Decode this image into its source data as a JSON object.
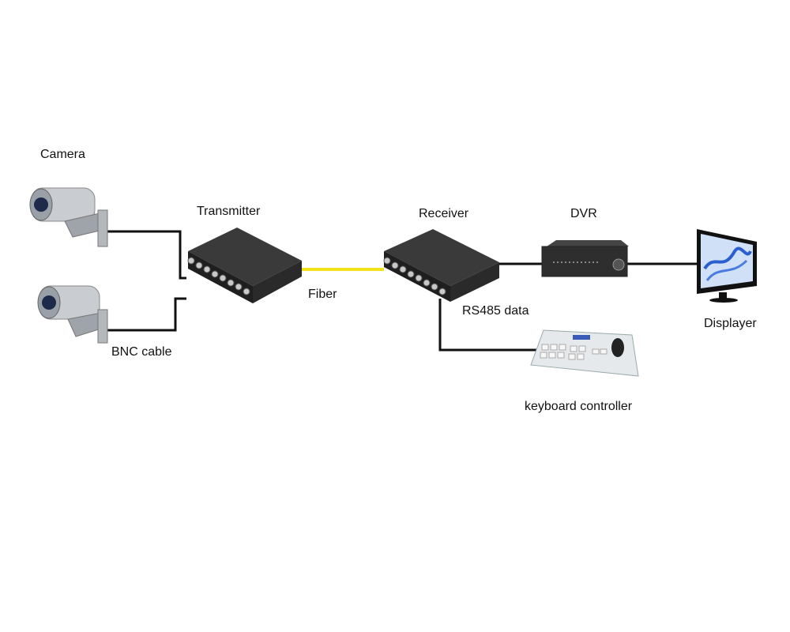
{
  "diagram": {
    "labels": {
      "camera": "Camera",
      "bnc_cable": "BNC cable",
      "transmitter": "Transmitter",
      "fiber": "Fiber",
      "receiver": "Receiver",
      "rs485": "RS485 data",
      "dvr": "DVR",
      "displayer": "Displayer",
      "keyboard": "keyboard controller"
    },
    "colors": {
      "fiber": "#f2e21a",
      "cable": "#111111",
      "device_dark": "#2b2b2b",
      "device_light": "#d9dde2",
      "screen_blue": "#2a5fd0"
    }
  }
}
